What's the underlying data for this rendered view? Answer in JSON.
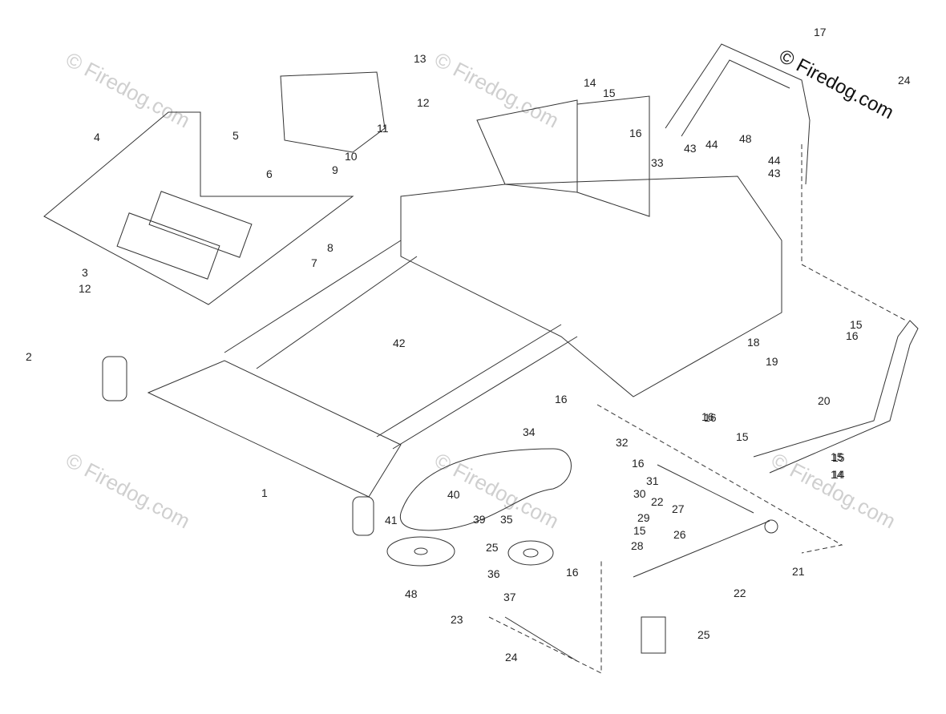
{
  "watermark": {
    "text": "© Firedog.com",
    "corner_text": "© Firedog.com"
  },
  "callouts": [
    "1",
    "2",
    "3",
    "12",
    "4",
    "5",
    "6",
    "7",
    "8",
    "9",
    "10",
    "11",
    "12",
    "13",
    "14",
    "15",
    "16",
    "17",
    "24",
    "43",
    "44",
    "48",
    "44",
    "43",
    "33",
    "42",
    "14",
    "15",
    "16",
    "15",
    "16",
    "18",
    "19",
    "20",
    "16",
    "34",
    "32",
    "16",
    "31",
    "30",
    "22",
    "29",
    "15",
    "28",
    "16",
    "27",
    "26",
    "15",
    "16",
    "15",
    "14",
    "21",
    "40",
    "41",
    "39",
    "35",
    "25",
    "36",
    "37",
    "48",
    "23",
    "24",
    "22",
    "25"
  ],
  "colors": {
    "line": "#333333",
    "watermark": "#cfcfcf"
  }
}
